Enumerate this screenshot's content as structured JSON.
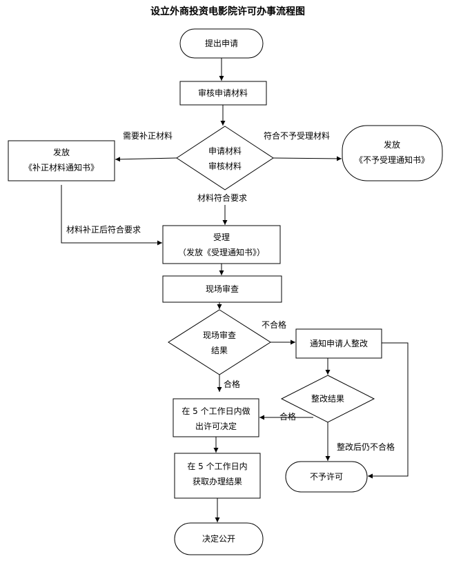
{
  "title": "设立外商投资电影院许可办事流程图",
  "nodes": {
    "submit": "提出申请",
    "review": "审核申请材料",
    "decision_review": [
      "申请材料",
      "审核材料"
    ],
    "issue_supplement": [
      "发放",
      "《补正材料通知书》"
    ],
    "issue_reject": [
      "发放",
      "《不予受理通知书》"
    ],
    "accept": [
      "受理",
      "（发放《受理通知书》）"
    ],
    "site_inspection": "现场审查",
    "decision_site": [
      "现场审查",
      "结果"
    ],
    "notify_rectify": "通知申请人整改",
    "decision_rectify": "整改结果",
    "decide_permit": [
      "在 5 个工作日内做",
      "出许可决定"
    ],
    "get_result": [
      "在 5 个工作日内",
      "获取办理结果"
    ],
    "no_permit": "不予许可",
    "publish": "决定公开"
  },
  "edge_labels": {
    "need_supplement": "需要补正材料",
    "reject_accept": "符合不予受理材料",
    "meets_requirements": "材料符合要求",
    "supplemented_ok": "材料补正后符合要求",
    "fail": "不合格",
    "pass": "合格",
    "rectify_pass": "合格",
    "still_fail": "整改后仍不合格"
  }
}
